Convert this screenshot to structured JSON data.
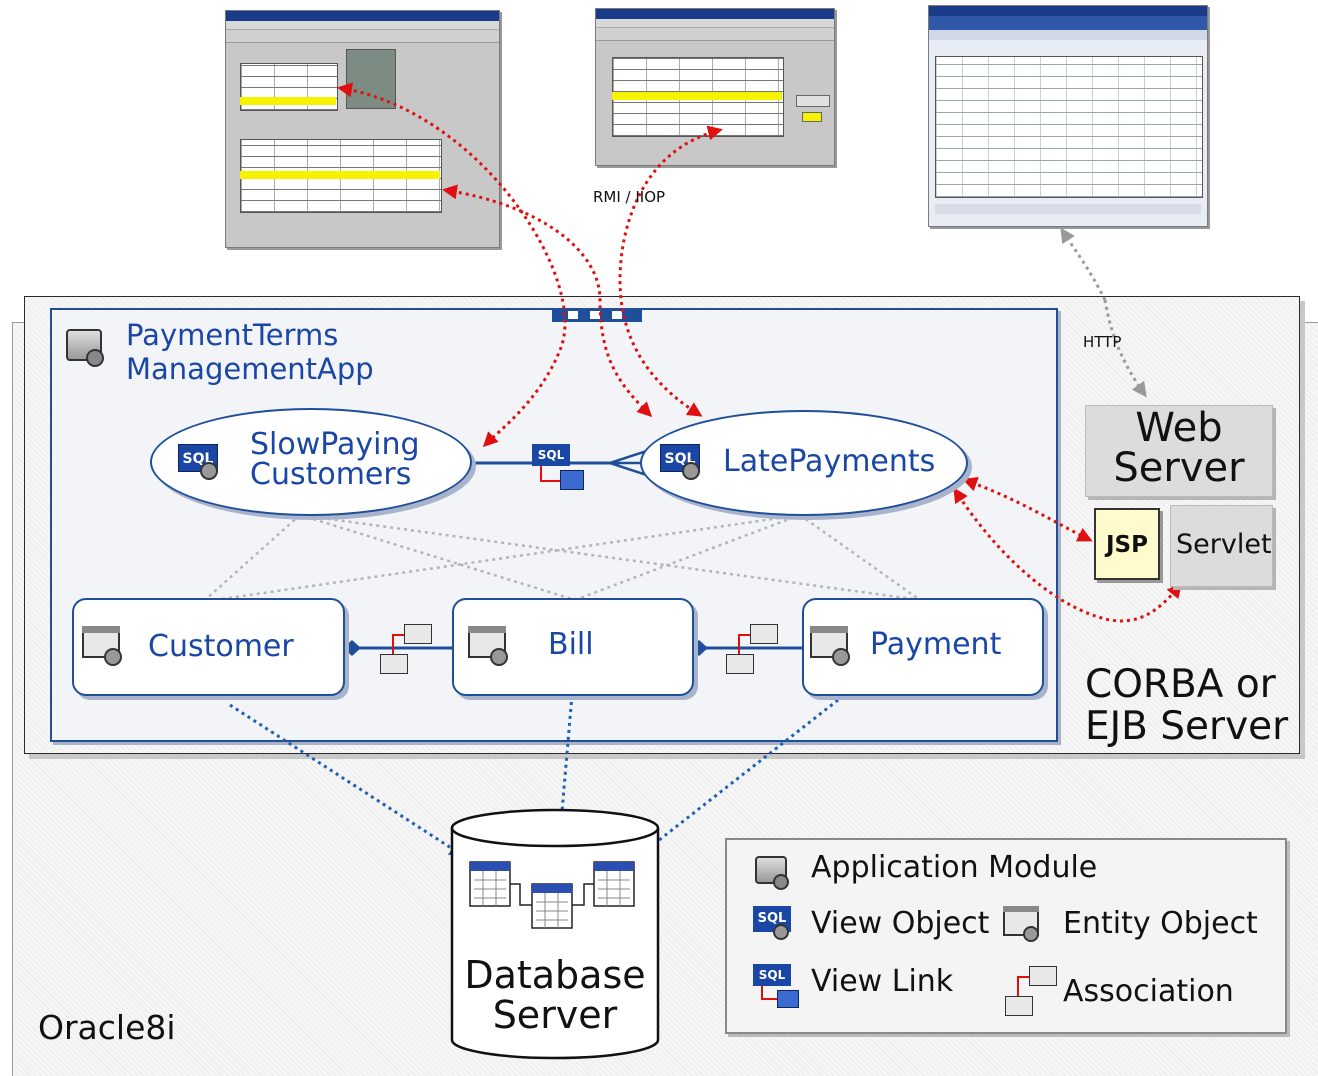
{
  "labels": {
    "rmi": "RMI / IIOP",
    "http": "HTTP",
    "app_module_line1": "PaymentTerms",
    "app_module_line2": "ManagementApp",
    "vo_slow_line1": "SlowPaying",
    "vo_slow_line2": "Customers",
    "vo_late": "LatePayments",
    "eo_customer": "Customer",
    "eo_bill": "Bill",
    "eo_payment": "Payment",
    "web_server_line1": "Web",
    "web_server_line2": "Server",
    "jsp": "JSP",
    "servlet": "Servlet",
    "server_line1": "CORBA or",
    "server_line2": "EJB Server",
    "db_line1": "Database",
    "db_line2": "Server",
    "oracle": "Oracle8i",
    "sql": "SQL"
  },
  "legend": {
    "application_module": "Application Module",
    "view_object": "View Object",
    "entity_object": "Entity Object",
    "view_link": "View Link",
    "association": "Association"
  },
  "colors": {
    "blue": "#1a47a6",
    "red_dotted": "#e01010",
    "blue_dotted": "#1f5fb4",
    "gray_dotted": "#b0b0b0"
  }
}
